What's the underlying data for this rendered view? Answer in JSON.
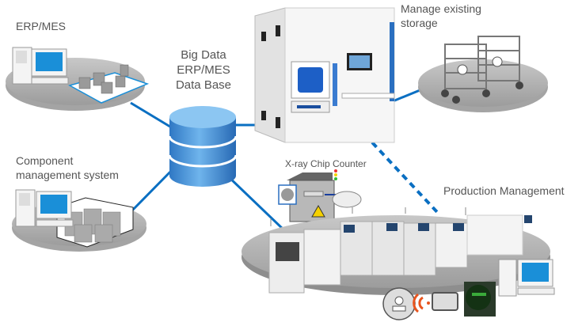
{
  "diagram": {
    "labels": {
      "erp_mes": "ERP/MES",
      "database_line1": "Big Data",
      "database_line2": "ERP/MES",
      "database_line3": "Data Base",
      "storage_line1": "Manage existing",
      "storage_line2": "storage",
      "component_line1": "Component",
      "component_line2": "management system",
      "xray": "X-ray Chip Counter",
      "production": "Production Management"
    },
    "colors": {
      "link": "#0a6fc2",
      "platform": "#b9b9b9",
      "screen": "#1a8fd8",
      "radiation": "#f5d100",
      "wireless": "#e8541e"
    },
    "nodes": [
      {
        "id": "erp-mes",
        "icon": "computer-warehouse"
      },
      {
        "id": "database",
        "icon": "database-cylinder"
      },
      {
        "id": "smart-storage",
        "icon": "storage-tower"
      },
      {
        "id": "existing-storage",
        "icon": "storage-racks"
      },
      {
        "id": "component-management",
        "icon": "computer-shelves"
      },
      {
        "id": "xray-counter",
        "icon": "xray-machine"
      },
      {
        "id": "production",
        "icon": "smt-line"
      }
    ],
    "links": [
      {
        "from": "erp-mes",
        "to": "database",
        "style": "solid"
      },
      {
        "from": "component-management",
        "to": "database",
        "style": "solid"
      },
      {
        "from": "database",
        "to": "smart-storage",
        "style": "solid"
      },
      {
        "from": "database",
        "to": "production",
        "style": "solid"
      },
      {
        "from": "smart-storage",
        "to": "existing-storage",
        "style": "solid"
      },
      {
        "from": "smart-storage",
        "to": "production",
        "style": "dashed"
      }
    ]
  }
}
